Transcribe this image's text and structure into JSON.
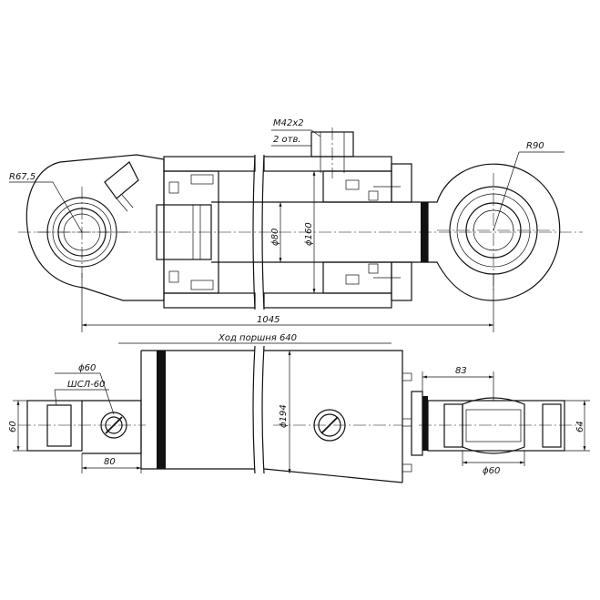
{
  "labels": {
    "thread": "M42x2",
    "holes": "2 отв.",
    "radius_left": "R67,5",
    "radius_right": "R90",
    "rod_dia": "ϕ80",
    "bore_dia": "ϕ160",
    "total_len": "1045",
    "stroke": "Ход поршня 640",
    "pin_dia_left": "ϕ60",
    "bearing_left": "ШСЛ-60",
    "height_left": "60",
    "offset_left": "80",
    "body_dia": "ϕ194",
    "width_right": "83",
    "height_right": "64",
    "pin_dia_right": "ϕ60"
  }
}
